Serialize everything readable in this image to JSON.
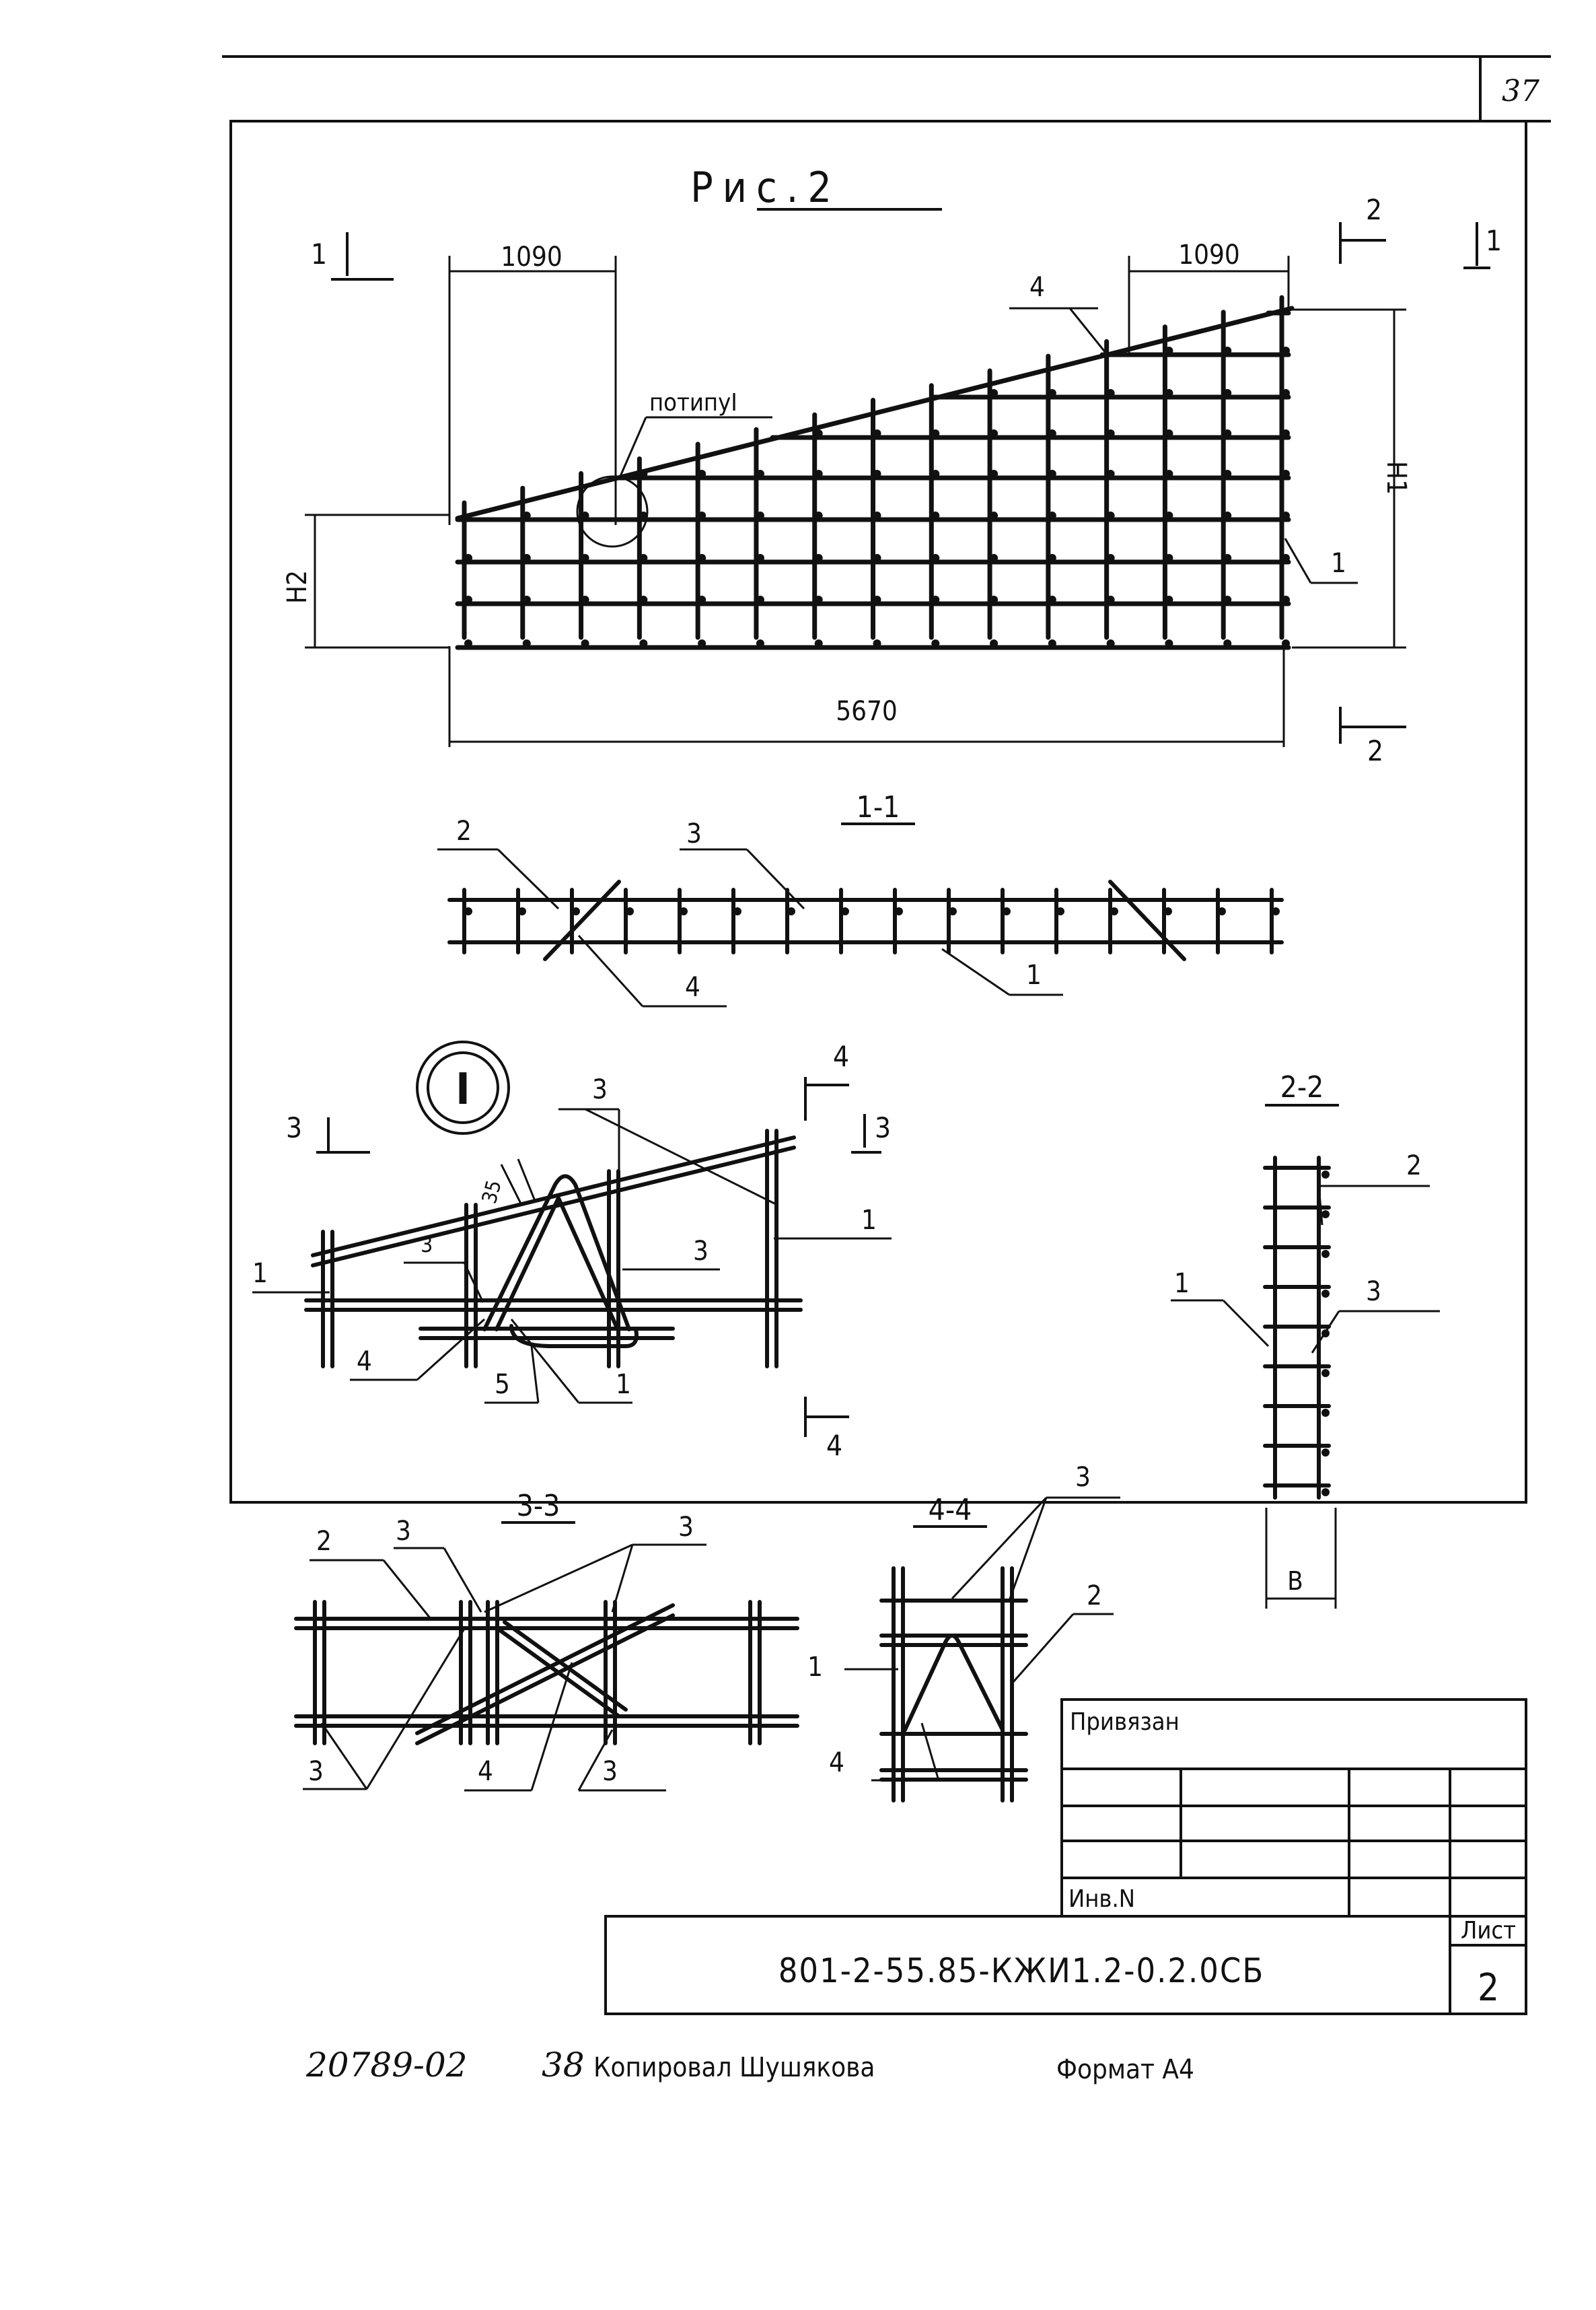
{
  "page_number": "37",
  "figure_title": "Рис.2",
  "main_view": {
    "dim_top_left": "1090",
    "dim_top_right": "1090",
    "dim_bottom": "5670",
    "dim_left": "H2",
    "dim_right": "H1",
    "detail_ref": "потипуI",
    "positions": [
      "4",
      "1"
    ],
    "section_marks": [
      "1",
      "1",
      "2",
      "2"
    ]
  },
  "section_1_1": {
    "title": "1-1",
    "positions": [
      "2",
      "3",
      "4",
      "1"
    ]
  },
  "detail_I": {
    "symbol": "I",
    "dim": "35",
    "positions": [
      "3",
      "3",
      "1",
      "1",
      "3",
      "4",
      "5",
      "1"
    ],
    "section_marks": [
      "3",
      "3",
      "4",
      "4"
    ]
  },
  "section_2_2": {
    "title": "2-2",
    "positions": [
      "2",
      "1",
      "3"
    ],
    "dim": "B"
  },
  "section_3_3": {
    "title": "3-3",
    "positions": [
      "2",
      "3",
      "3",
      "3",
      "4",
      "3"
    ]
  },
  "section_4_4": {
    "title": "4-4",
    "positions": [
      "3",
      "2",
      "1",
      "4"
    ]
  },
  "stamp": {
    "privyazan": "Привязан",
    "inv_no": "Инв.N",
    "designation": "801-2-55.85-КЖИ1.2-0.2.0СБ",
    "sheet_label": "Лист",
    "sheet_no": "2"
  },
  "footer": {
    "order_no": "20789-02",
    "copy_no": "38",
    "copied_by": "Копировал Шушякова",
    "format": "Формат А4"
  }
}
